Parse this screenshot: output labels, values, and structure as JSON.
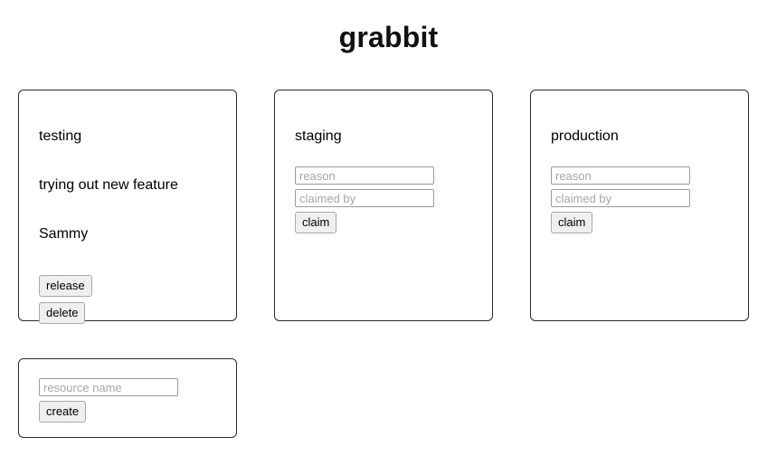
{
  "app": {
    "title": "grabbit"
  },
  "resources": [
    {
      "name": "testing",
      "state": "claimed",
      "reason": "trying out new feature",
      "claimed_by": "Sammy",
      "actions": [
        {
          "label": "release",
          "name": "release-button"
        },
        {
          "label": "delete",
          "name": "delete-button"
        }
      ]
    },
    {
      "name": "staging",
      "state": "free",
      "form": {
        "reason_placeholder": "reason",
        "reason_value": "",
        "claimed_by_placeholder": "claimed by",
        "claimed_by_value": "",
        "submit_label": "claim"
      }
    },
    {
      "name": "production",
      "state": "free",
      "form": {
        "reason_placeholder": "reason",
        "reason_value": "",
        "claimed_by_placeholder": "claimed by",
        "claimed_by_value": "",
        "submit_label": "claim"
      }
    }
  ],
  "create_form": {
    "resource_name_placeholder": "resource name",
    "resource_name_value": "",
    "submit_label": "create"
  },
  "colors": {
    "page_background": "#ffffff",
    "card_border": "#2b2b2b",
    "button_background": "#efefef",
    "button_border": "#a9a9a9",
    "input_border": "#9a9a9a",
    "placeholder_text": "#a6a6a6",
    "text": "#000000"
  }
}
